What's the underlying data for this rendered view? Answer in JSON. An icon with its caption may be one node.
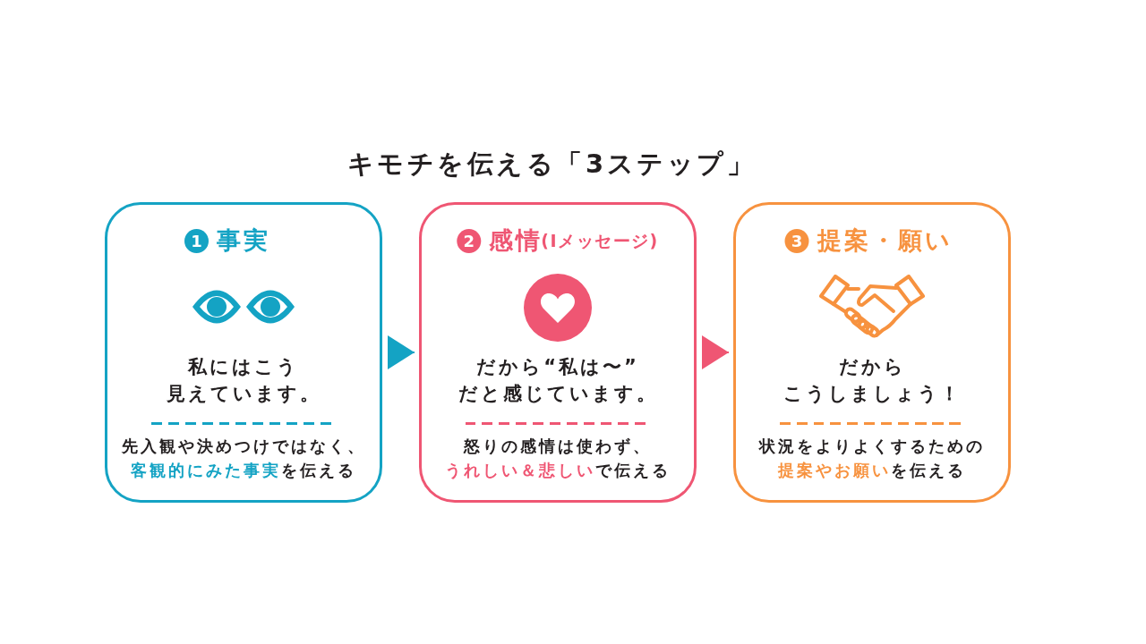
{
  "diagram": {
    "title": "キモチを伝える「3ステップ」",
    "nodes": [
      {
        "text": [
          "1",
          "事実",
          "私にはこう見えています。",
          "先入観や決めつけではなく、**客観的にみた事実**を伝える"
        ]
      },
      {
        "text": [
          "2",
          "感情",
          "(Iメッセージ)",
          "だから“私は〜”だと感じています。",
          "怒りの感情は使わず、**うれしい＆悲しい**で伝える"
        ]
      },
      {
        "text": [
          "3",
          "提案・願い",
          "だからこうしましょう！",
          "状況をよりよくするための**提案やお願い**を伝える"
        ]
      }
    ],
    "edges": [
      {
        "from": 0,
        "to": 1,
        "arrow": "to",
        "color": "#14a3c4"
      },
      {
        "from": 1,
        "to": 2,
        "arrow": "to",
        "color": "#ef5673"
      }
    ]
  }
}
